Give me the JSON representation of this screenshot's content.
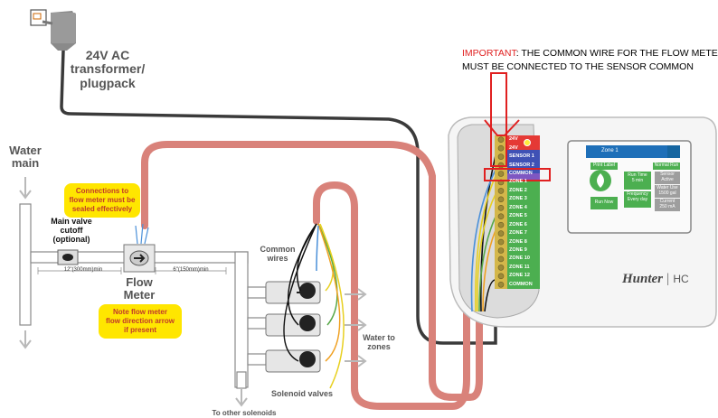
{
  "labels": {
    "transformer_line1": "24V AC",
    "transformer_line2": "transformer/",
    "transformer_line3": "plugpack",
    "water_main_line1": "Water",
    "water_main_line2": "main",
    "main_valve_line1": "Main valve",
    "main_valve_line2": "cutoff",
    "main_valve_line3": "(optional)",
    "dim_12in": "12\"(300mm)min",
    "dim_6in": "6\"(150mm)min",
    "flow_meter_line1": "Flow",
    "flow_meter_line2": "Meter",
    "common_wires_line1": "Common",
    "common_wires_line2": "wires",
    "water_to_zones_line1": "Water to",
    "water_to_zones_line2": "zones",
    "solenoid_valves": "Solenoid valves",
    "other_solenoids": "To other solenoids"
  },
  "notes": {
    "connections_line1": "Connections to",
    "connections_line2": "flow meter must be",
    "connections_line3": "sealed effectively",
    "direction_line1": "Note flow meter",
    "direction_line2": "flow direction arrow",
    "direction_line3": "if present"
  },
  "important": {
    "prefix": "IMPORTANT",
    "line1_rest": ": THE COMMON WIRE FOR THE FLOW METER",
    "line2": "MUST BE CONNECTED TO THE SENSOR COMMON"
  },
  "controller": {
    "brand": "Hunter",
    "model": "HC",
    "terminals": [
      "24V",
      "24V",
      "SENSOR 1",
      "SENSOR 2",
      "COMMON",
      "ZONE 1",
      "ZONE 2",
      "ZONE 3",
      "ZONE 4",
      "ZONE 5",
      "ZONE 6",
      "ZONE 7",
      "ZONE 8",
      "ZONE 9",
      "ZONE 10",
      "ZONE 11",
      "ZONE 12",
      "COMMON"
    ],
    "screen": {
      "title": "Zone 1",
      "print_label": "Print Label",
      "normal_run": "Normal Run",
      "run_time": "Run Time",
      "run_time_value": "5 min",
      "frequency": "Frequency",
      "frequency_value": "Every day",
      "run_now": "Run Now",
      "sensor_active": "Sensor Active",
      "water_use": "Water Use",
      "water_use_value": "1500 gal",
      "current": "Current",
      "current_value": "250 mA"
    }
  },
  "colors": {
    "pink_tube": "#d9827a",
    "highlight_red": "#e02020",
    "note_yellow": "#ffe600",
    "terminal_green": "#4caf50",
    "terminal_blue": "#3f51b5",
    "screen_blue": "#1e6fb8"
  }
}
